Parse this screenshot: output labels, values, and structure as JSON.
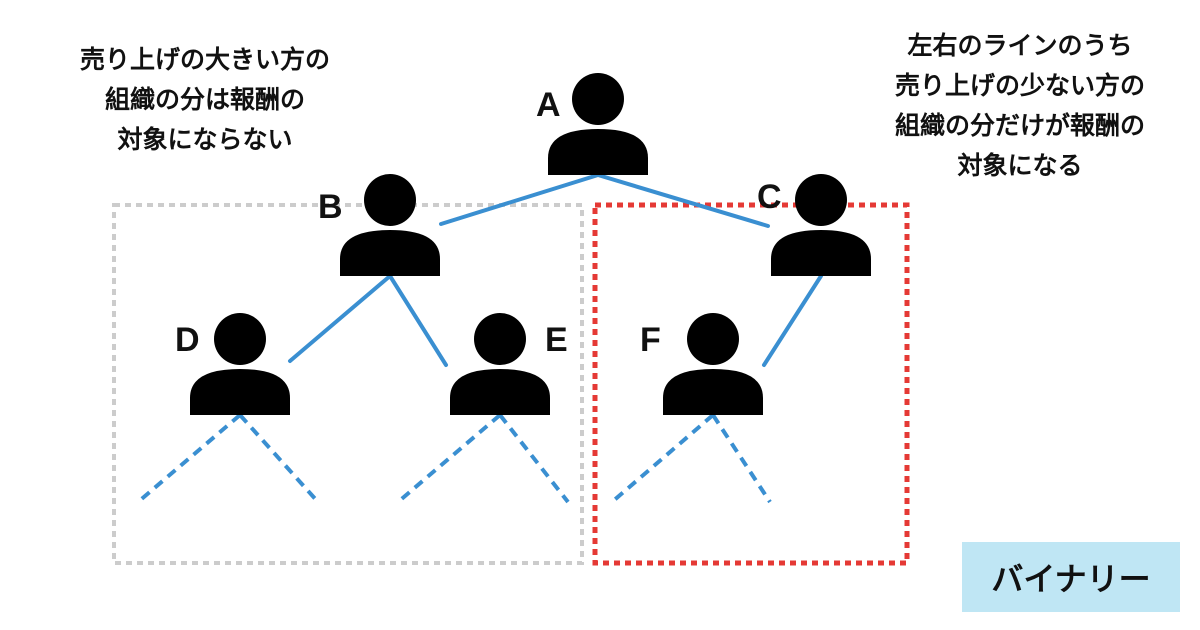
{
  "notes": {
    "left": "売り上げの大きい方の\n組織の分は報酬の\n対象にならない",
    "right": "左右のラインのうち\n売り上げの少ない方の\n組織の分だけが報酬の\n対象になる"
  },
  "nodes": {
    "a": "A",
    "b": "B",
    "c": "C",
    "d": "D",
    "e": "E",
    "f": "F"
  },
  "badge": "バイナリー",
  "colors": {
    "line": "#3a8fd1",
    "person": "#000000",
    "larger_group_box": "#cccccc",
    "smaller_group_box": "#e53935",
    "badge_bg": "#bfe6f4"
  }
}
